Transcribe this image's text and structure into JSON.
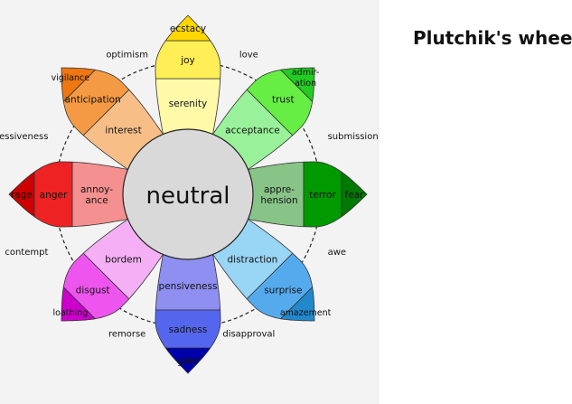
{
  "title": "Plutchik's wheel",
  "center_label": "neutral",
  "petals": [
    {
      "name": "joy",
      "outer": "ecstacy",
      "middle": "joy",
      "inner": "serenity",
      "colors": [
        "#ffd700",
        "#ffee55",
        "#fff9a8"
      ]
    },
    {
      "name": "trust",
      "outer": "admir-\nation",
      "middle": "trust",
      "inner": "acceptance",
      "colors": [
        "#22cc22",
        "#66ee44",
        "#99f299"
      ]
    },
    {
      "name": "fear",
      "outer": "fear",
      "middle": "terror",
      "inner": "appre-\nhension",
      "colors": [
        "#007a00",
        "#009900",
        "#88c488"
      ]
    },
    {
      "name": "surprise",
      "outer": "amazement",
      "middle": "surprise",
      "inner": "distraction",
      "colors": [
        "#2288cc",
        "#55aaee",
        "#99d5f5"
      ]
    },
    {
      "name": "sadness",
      "outer": "grief",
      "middle": "sadness",
      "inner": "pensiveness",
      "colors": [
        "#0000aa",
        "#5566ee",
        "#8f8ff2"
      ]
    },
    {
      "name": "disgust",
      "outer": "loathing",
      "middle": "disgust",
      "inner": "bordem",
      "colors": [
        "#cc00cc",
        "#ee55ee",
        "#f5b0f5"
      ]
    },
    {
      "name": "anger",
      "outer": "rage",
      "middle": "anger",
      "inner": "annoy-\nance",
      "colors": [
        "#cc0000",
        "#ee2222",
        "#f59090"
      ]
    },
    {
      "name": "anticipation",
      "outer": "vigilance",
      "middle": "anticipation",
      "inner": "interest",
      "colors": [
        "#ee7711",
        "#f59a44",
        "#f7be88"
      ]
    }
  ],
  "dyads": [
    "love",
    "submission",
    "awe",
    "disapproval",
    "remorse",
    "contempt",
    "aggressiveness",
    "optimism"
  ]
}
